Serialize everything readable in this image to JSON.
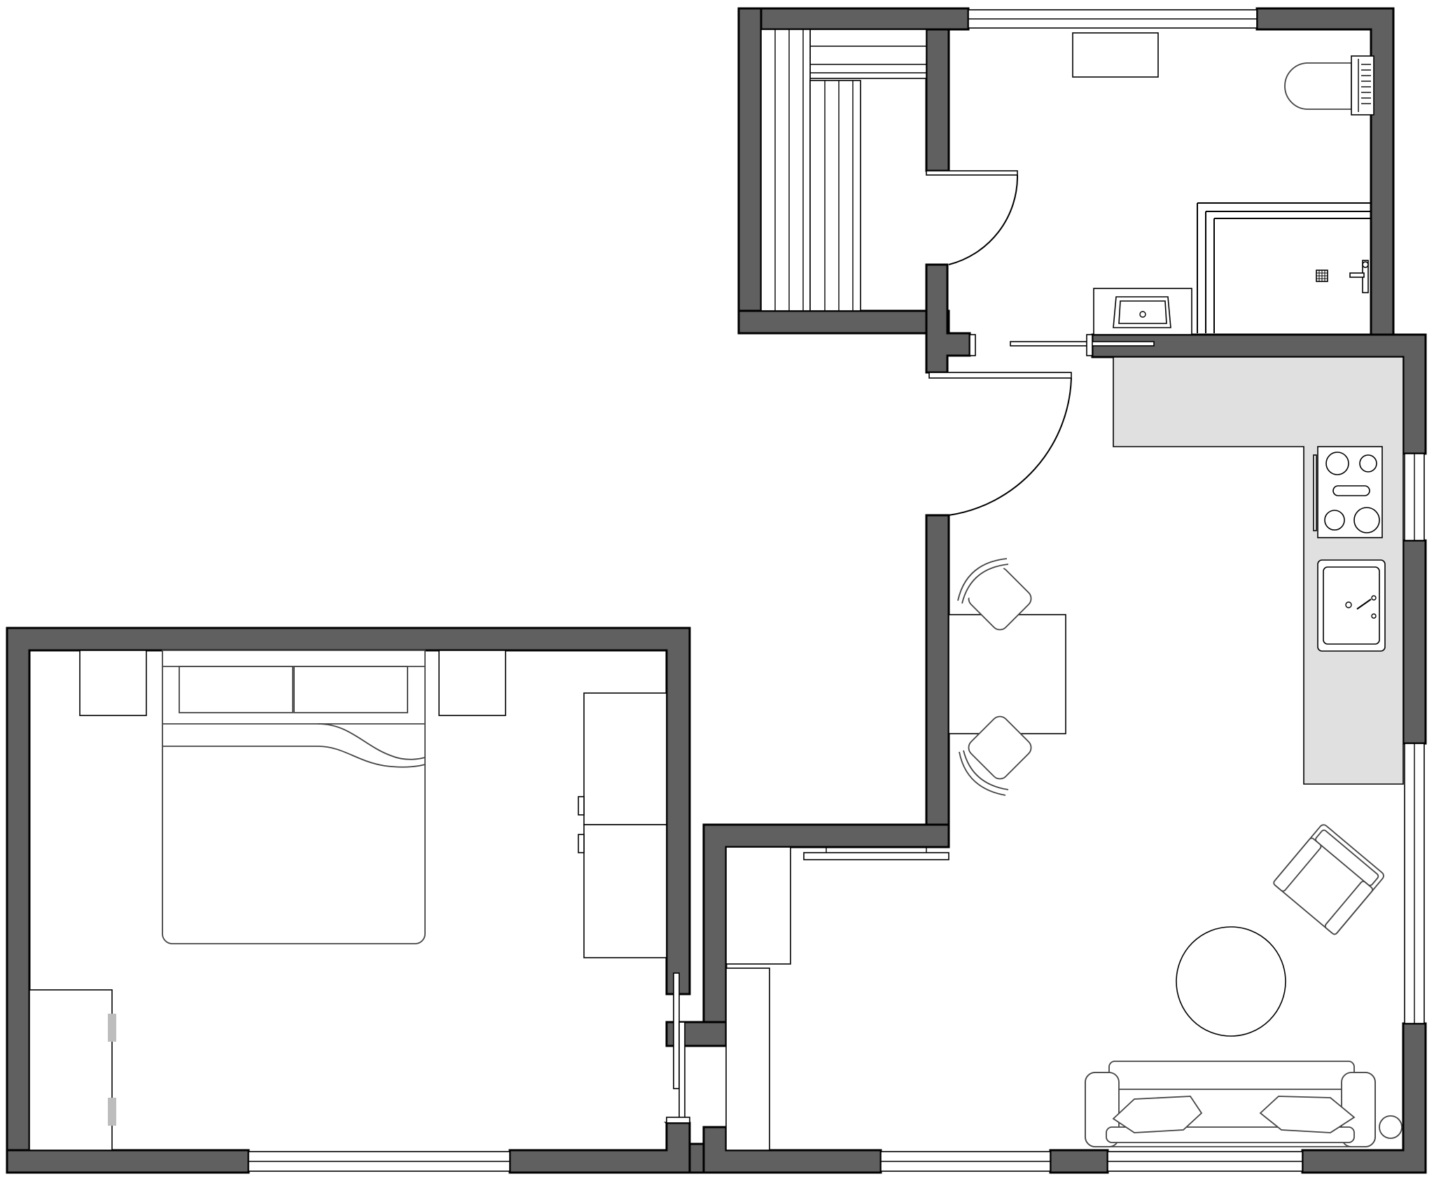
{
  "colors": {
    "wall": "#606060",
    "counter": "#e0e0e0",
    "line": "#000000",
    "background": "#ffffff",
    "handle": "#bdbdbd"
  },
  "rooms": [
    "sauna",
    "bathroom",
    "kitchen-dining-living",
    "bedroom"
  ],
  "icons": [
    "toilet-icon",
    "shower-drain-icon",
    "washbasin-icon",
    "cooktop-icon",
    "kitchen-sink-icon",
    "sofa-icon",
    "armchair-icon",
    "dining-chair-icon",
    "bed-icon"
  ]
}
